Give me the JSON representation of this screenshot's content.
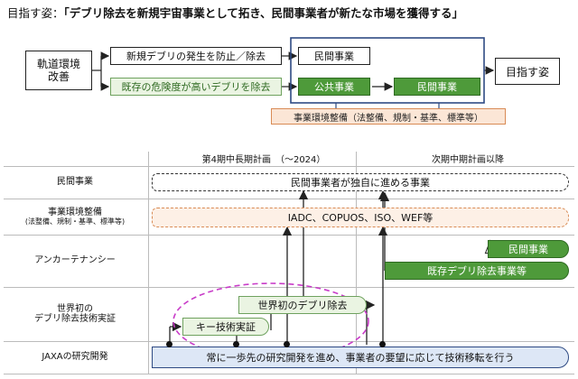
{
  "title": {
    "prefix": "目指す姿：",
    "quote": "「デブリ除去を新規宇宙事業として拓き、民間事業者が新たな市場を獲得する」"
  },
  "top_diagram": {
    "start": "軌道環境\n改善",
    "row1": "新規デブリの発生を防止／除去",
    "row2": "既存の危険度が高いデブリを除去",
    "private": "民間事業",
    "public": "公共事業",
    "private2": "民間事業",
    "goal": "目指す姿",
    "env": "事業環境整備（法整備、規制・基準、標準等）"
  },
  "timeline": {
    "col1": "第4期中長期計画　（～2024）",
    "col2": "次期中期計画以降",
    "rows": [
      {
        "label": "民間事業",
        "sub": ""
      },
      {
        "label": "事業環境整備",
        "sub": "(法整備、規制・基準、標準等)"
      },
      {
        "label": "アンカーテナンシー",
        "sub": ""
      },
      {
        "label": "世界初の",
        "sub": "デブリ除去技術実証"
      },
      {
        "label": "JAXAの研究開発",
        "sub": ""
      }
    ],
    "private_bar": "民間事業者が独自に進める事業",
    "env_bar": "IADC、COPUOS、ISO、WEF等",
    "anchor_private": "民間事業",
    "anchor_existing": "既存デブリ除去事業等",
    "world_first": "世界初のデブリ除去",
    "key_tech": "キー技術実証",
    "jaxa_bar": "常に一歩先の研究開発を進め、事業者の要望に応じて技術移転を行う"
  },
  "colors": {
    "green": "#4e9a3a",
    "orange": "#d98b55",
    "blue": "#2e4a83",
    "ellipse": "#c83cc8"
  }
}
